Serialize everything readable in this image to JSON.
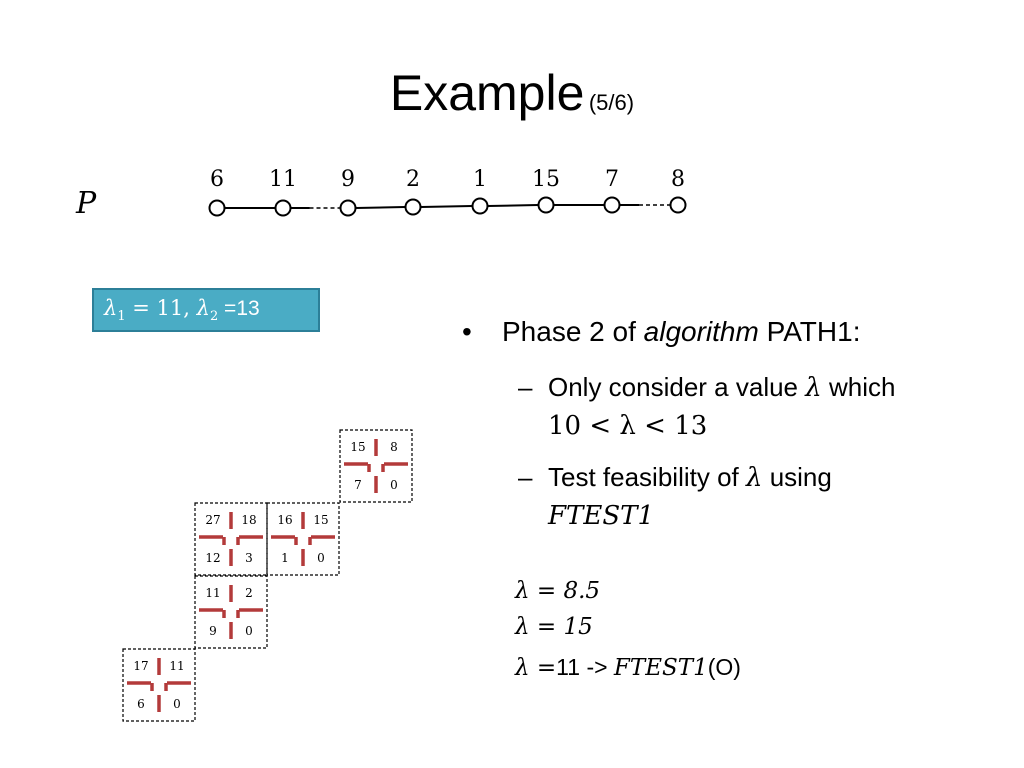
{
  "slide": {
    "title": "Example",
    "title_suffix": "(5/6)"
  },
  "path": {
    "label": "P",
    "node_labels": [
      "6",
      "11",
      "9",
      "2",
      "1",
      "15",
      "7",
      "8"
    ],
    "edge_styles": [
      "solid",
      "dashed",
      "solid",
      "solid",
      "solid",
      "solid",
      "dashed"
    ]
  },
  "lambda_box": {
    "l1_symbol": "λ",
    "l1_sub": "1",
    "l1_rest": " = 11, ",
    "l2_symbol": "λ",
    "l2_sub": "2",
    "l2_rest": " =13"
  },
  "bullets": {
    "main_pre": "Phase 2 of ",
    "main_italic": "algorithm",
    "main_post": " PATH1:",
    "sub1_line1_pre": "Only consider a value ",
    "sub1_line1_lambda": "λ",
    "sub1_line1_post": " which",
    "sub1_line2": "10 < λ < 13",
    "sub2_line1_pre": "Test feasibility of ",
    "sub2_line1_lambda": "λ",
    "sub2_line1_post": " using",
    "sub2_line2": "FTEST1"
  },
  "lambda_tests": [
    {
      "lhs": "λ = 8.5",
      "rest": ""
    },
    {
      "lhs": "λ = 15",
      "rest": ""
    },
    {
      "lhs": "λ =",
      "rest": "11 -> ",
      "ftest": "FTEST1",
      "result": "(O)"
    }
  ],
  "grid": {
    "cells": [
      {
        "id": "r0",
        "values": [
          "15",
          "8",
          "7",
          "0"
        ]
      },
      {
        "id": "r1a",
        "values": [
          "27",
          "18",
          "12",
          "3"
        ]
      },
      {
        "id": "r1b",
        "values": [
          "16",
          "15",
          "1",
          "0"
        ]
      },
      {
        "id": "r2",
        "values": [
          "11",
          "2",
          "9",
          "0"
        ]
      },
      {
        "id": "r3",
        "values": [
          "17",
          "11",
          "6",
          "0"
        ]
      }
    ]
  },
  "colors": {
    "box_fill": "#4aacc5",
    "box_border": "#2c7f98",
    "cross_red": "#b33a3a"
  }
}
